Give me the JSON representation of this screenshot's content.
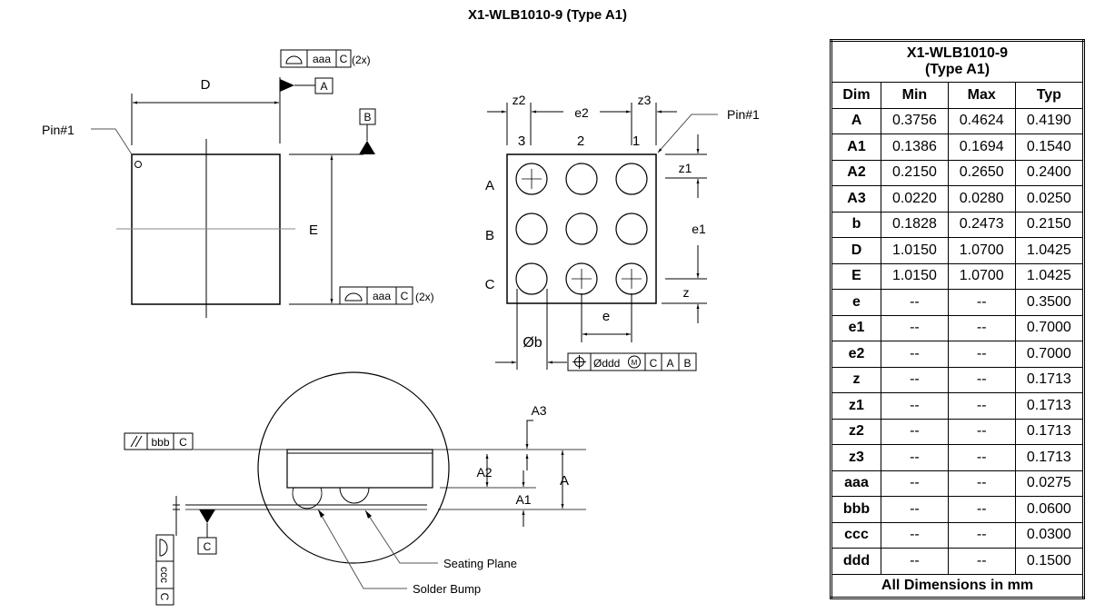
{
  "title": "X1-WLB1010-9 (Type A1)",
  "table": {
    "caption_line1": "X1-WLB1010-9",
    "caption_line2": "(Type A1)",
    "headers": [
      "Dim",
      "Min",
      "Max",
      "Typ"
    ],
    "rows": [
      [
        "A",
        "0.3756",
        "0.4624",
        "0.4190"
      ],
      [
        "A1",
        "0.1386",
        "0.1694",
        "0.1540"
      ],
      [
        "A2",
        "0.2150",
        "0.2650",
        "0.2400"
      ],
      [
        "A3",
        "0.0220",
        "0.0280",
        "0.0250"
      ],
      [
        "b",
        "0.1828",
        "0.2473",
        "0.2150"
      ],
      [
        "D",
        "1.0150",
        "1.0700",
        "1.0425"
      ],
      [
        "E",
        "1.0150",
        "1.0700",
        "1.0425"
      ],
      [
        "e",
        "--",
        "--",
        "0.3500"
      ],
      [
        "e1",
        "--",
        "--",
        "0.7000"
      ],
      [
        "e2",
        "--",
        "--",
        "0.7000"
      ],
      [
        "z",
        "--",
        "--",
        "0.1713"
      ],
      [
        "z1",
        "--",
        "--",
        "0.1713"
      ],
      [
        "z2",
        "--",
        "--",
        "0.1713"
      ],
      [
        "z3",
        "--",
        "--",
        "0.1713"
      ],
      [
        "aaa",
        "--",
        "--",
        "0.0275"
      ],
      [
        "bbb",
        "--",
        "--",
        "0.0600"
      ],
      [
        "ccc",
        "--",
        "--",
        "0.0300"
      ],
      [
        "ddd",
        "--",
        "--",
        "0.1500"
      ]
    ],
    "footer": "All Dimensions in mm"
  },
  "top_view": {
    "label_D": "D",
    "label_E": "E",
    "pin1": "Pin#1",
    "datum_A": "A",
    "datum_B": "B",
    "fcf_top": {
      "tol": "aaa",
      "datum": "C",
      "note": "(2x)"
    },
    "fcf_bottom": {
      "tol": "aaa",
      "datum": "C",
      "note": "(2x)"
    }
  },
  "bottom_view": {
    "pin1": "Pin#1",
    "cols": [
      "3",
      "2",
      "1"
    ],
    "rows": [
      "A",
      "B",
      "C"
    ],
    "label_z2": "z2",
    "label_e2": "e2",
    "label_z3": "z3",
    "label_z1": "z1",
    "label_e1": "e1",
    "label_z": "z",
    "label_e": "e",
    "label_b": "Øb",
    "fcf": {
      "tol": "Øddd",
      "modifier": "M",
      "datums": [
        "C",
        "A",
        "B"
      ]
    }
  },
  "side_view": {
    "label_A3": "A3",
    "label_A2": "A2",
    "label_A1": "A1",
    "label_A": "A",
    "seating_plane": "Seating Plane",
    "solder_bump": "Solder Bump",
    "datum_C": "C",
    "fcf_parallel": {
      "tol": "bbb",
      "datum": "C"
    },
    "fcf_profile": {
      "tol": "ccc",
      "datum": "C"
    }
  }
}
